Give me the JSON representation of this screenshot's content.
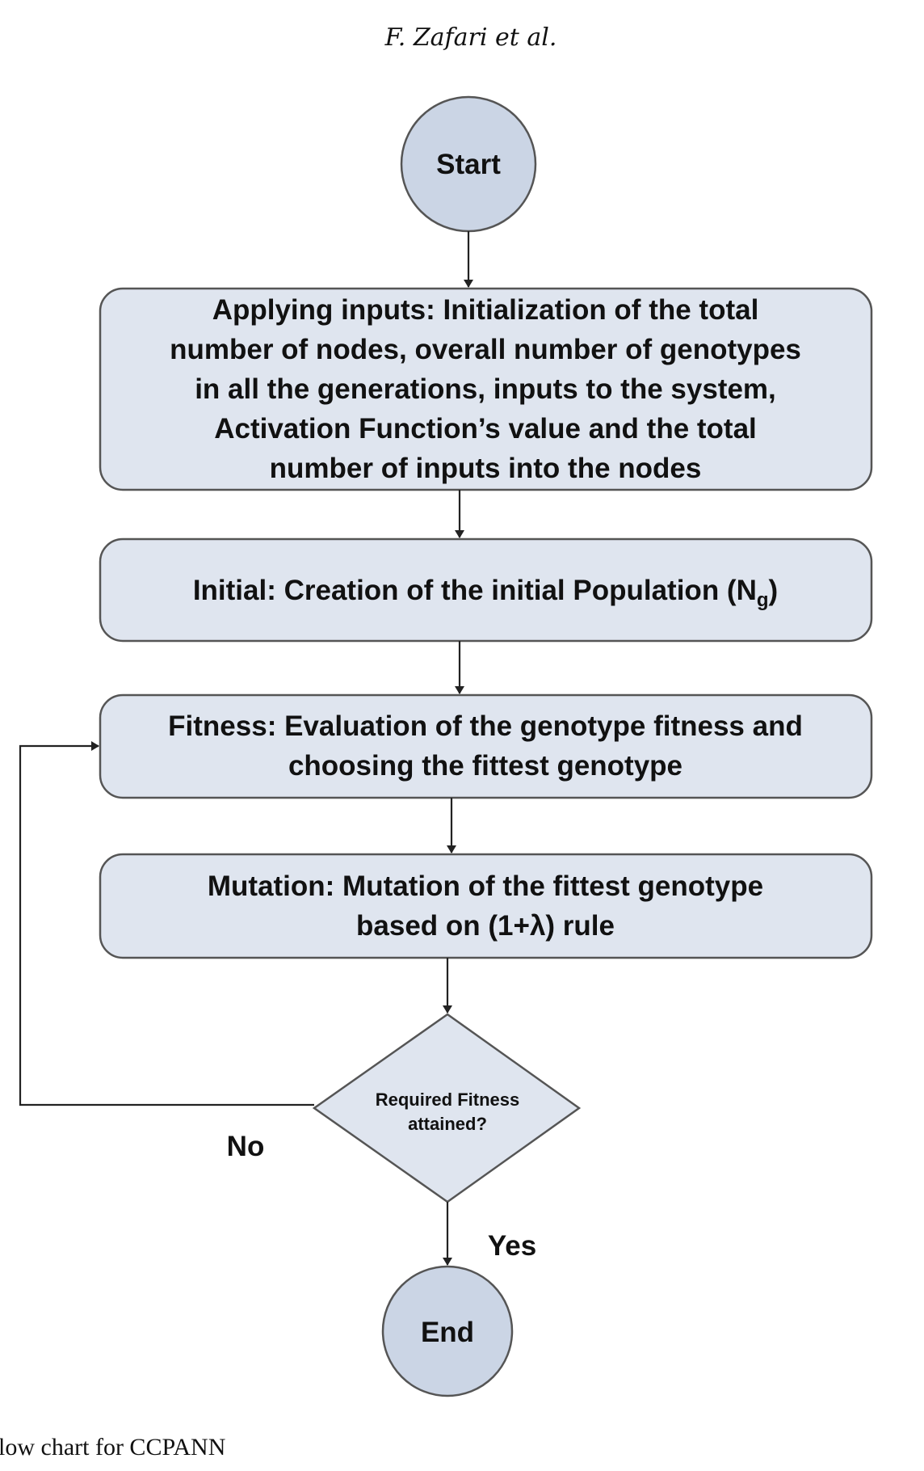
{
  "header": {
    "running_head": "F. Zafari et al."
  },
  "flowchart": {
    "start": "Start",
    "step1_lines": [
      "Applying inputs: Initialization of the total",
      "number of nodes, overall number of genotypes",
      "in all the generations, inputs to the system,",
      "Activation Function’s value and the total",
      "number of inputs into the nodes"
    ],
    "step2": {
      "text": "Initial: Creation of the initial  Population (N",
      "sub": "g",
      "close": ")"
    },
    "step3_lines": [
      "Fitness: Evaluation of the genotype fitness and",
      "choosing the fittest genotype"
    ],
    "step4_lines": [
      "Mutation: Mutation of the fittest genotype",
      "based on (1+λ) rule"
    ],
    "decision_lines": [
      "Required Fitness",
      "attained?"
    ],
    "no_label": "No",
    "yes_label": "Yes",
    "end": "End"
  },
  "caption": "low chart for CCPANN"
}
